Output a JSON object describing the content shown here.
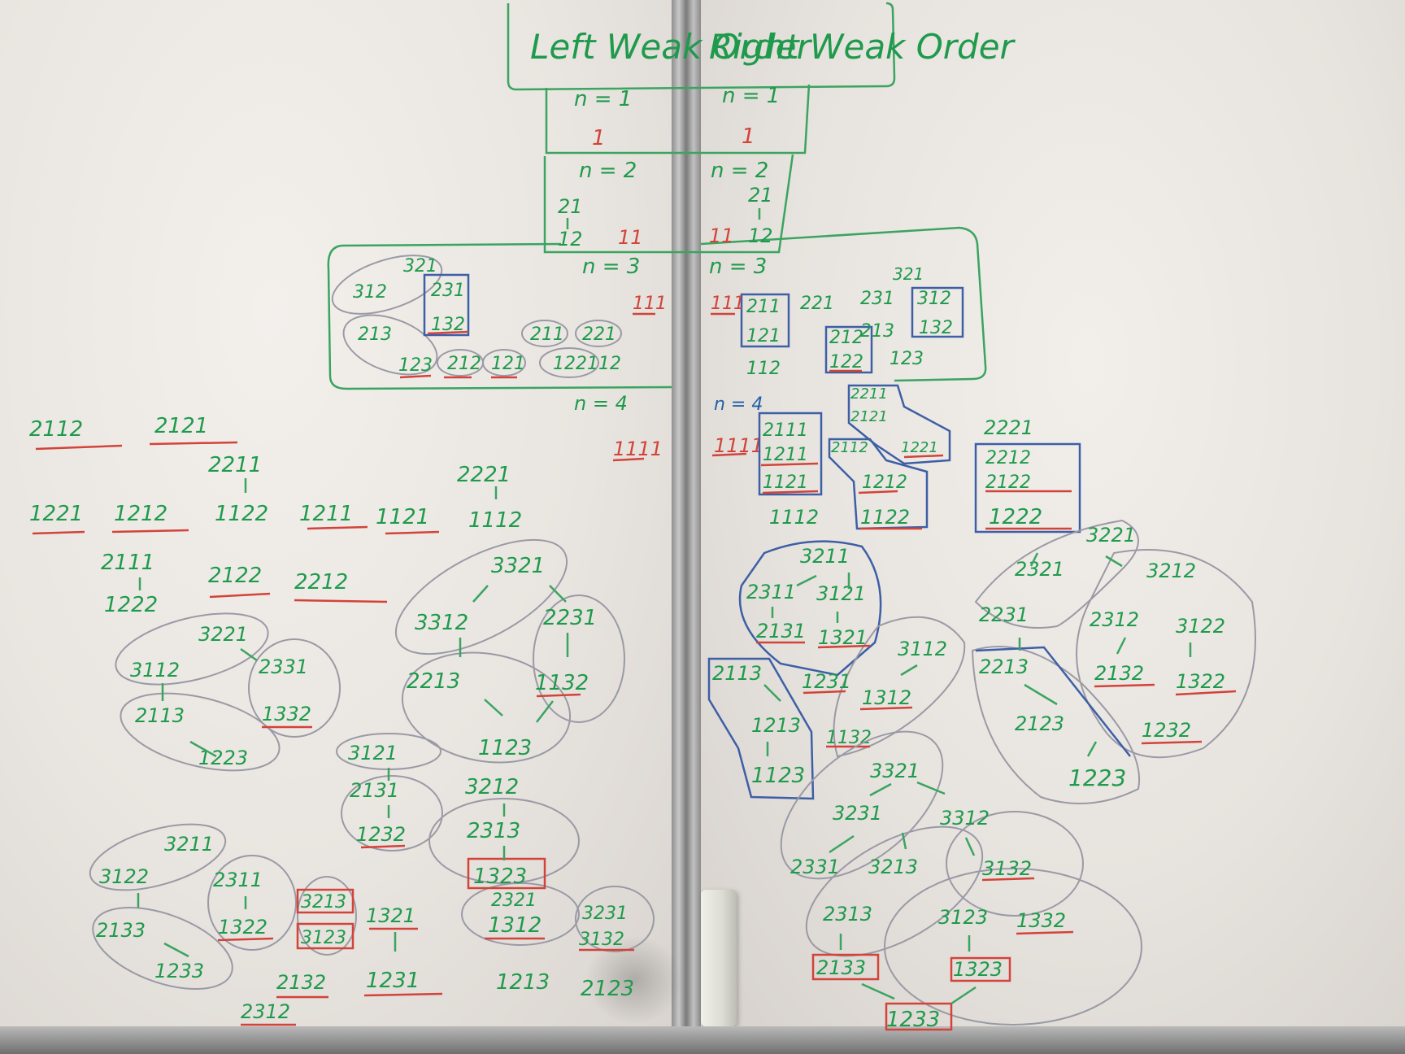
{
  "titles": {
    "left": "Left Weak Order",
    "right": "Right Weak Order"
  },
  "labels": {
    "n1": "n = 1",
    "n2": "n = 2",
    "n3": "n = 3",
    "n4": "n = 4"
  },
  "left": {
    "n1": [
      "1"
    ],
    "n2": [
      "21",
      "12",
      "11"
    ],
    "n3": [
      "321",
      "312",
      "231",
      "132",
      "213",
      "123",
      "212",
      "121",
      "211",
      "221",
      "122",
      "112",
      "111"
    ],
    "n4_top": [
      "2112",
      "2121",
      "2211",
      "2221",
      "1221",
      "1212",
      "1122",
      "1211",
      "1121",
      "1112",
      "2111",
      "1222",
      "2122",
      "2212",
      "1111"
    ],
    "n4_mid_left": [
      "3221",
      "3112",
      "2331",
      "2113",
      "1332",
      "1223"
    ],
    "n4_mid_right": [
      "3321",
      "3312",
      "2231",
      "2213",
      "1132",
      "1123"
    ],
    "n4_small": [
      "3121",
      "2131",
      "1232"
    ],
    "n4_column": [
      "3212",
      "2313",
      "1323",
      "2321",
      "1312",
      "1213",
      "3231",
      "3132",
      "2123"
    ],
    "n4_bottom_left": [
      "3211",
      "3122",
      "2311",
      "2133",
      "1322",
      "1233",
      "3213",
      "3123",
      "1321",
      "1231",
      "2132",
      "2312"
    ]
  },
  "right": {
    "n1": [
      "1"
    ],
    "n2": [
      "21",
      "11",
      "12"
    ],
    "n3": [
      "111",
      "211",
      "121",
      "112",
      "221",
      "212",
      "122",
      "321",
      "231",
      "312",
      "213",
      "132",
      "123"
    ],
    "n4_blocks": [
      "1111",
      "2111",
      "1211",
      "1121",
      "1112",
      "2211",
      "2121",
      "2112",
      "1221",
      "1212",
      "1122",
      "2221",
      "2212",
      "2122",
      "1222"
    ],
    "n4_mid_left": [
      "3211",
      "2311",
      "3121",
      "2131",
      "1321",
      "1231",
      "2113",
      "1213",
      "1123",
      "3112",
      "1312",
      "1132"
    ],
    "n4_mid_right": [
      "3221",
      "2321",
      "3212",
      "2231",
      "2312",
      "3122",
      "2213",
      "2132",
      "1322",
      "2123",
      "1232",
      "1223"
    ],
    "n4_bottom": [
      "3321",
      "3231",
      "3312",
      "2331",
      "3213",
      "3132",
      "2313",
      "3123",
      "1332",
      "2133",
      "1323",
      "1233"
    ]
  }
}
